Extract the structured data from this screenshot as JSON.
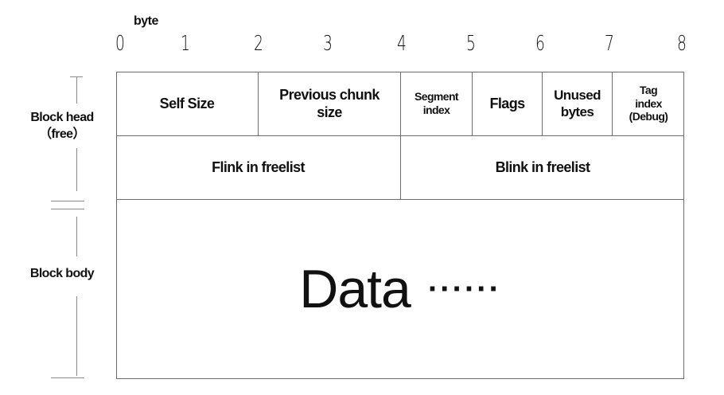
{
  "axis": {
    "title": "byte",
    "ticks": [
      "0",
      "1",
      "2",
      "3",
      "4",
      "5",
      "6",
      "7",
      "8"
    ]
  },
  "labels": {
    "block_head_line1": "Block head",
    "block_head_line2": "（free）",
    "block_body": "Block body"
  },
  "head_row1": {
    "self_size": "Self Size",
    "prev_chunk_size_line1": "Previous chunk",
    "prev_chunk_size_line2": "size",
    "segment_index_line1": "Segment",
    "segment_index_line2": "index",
    "flags": "Flags",
    "unused_bytes_line1": "Unused",
    "unused_bytes_line2": "bytes",
    "tag_index_line1": "Tag",
    "tag_index_line2": "index",
    "tag_index_line3": "(Debug)"
  },
  "head_row2": {
    "flink": "Flink in freelist",
    "blink": "Blink in freelist"
  },
  "body": {
    "data_word": "Data",
    "data_dots": "······"
  }
}
